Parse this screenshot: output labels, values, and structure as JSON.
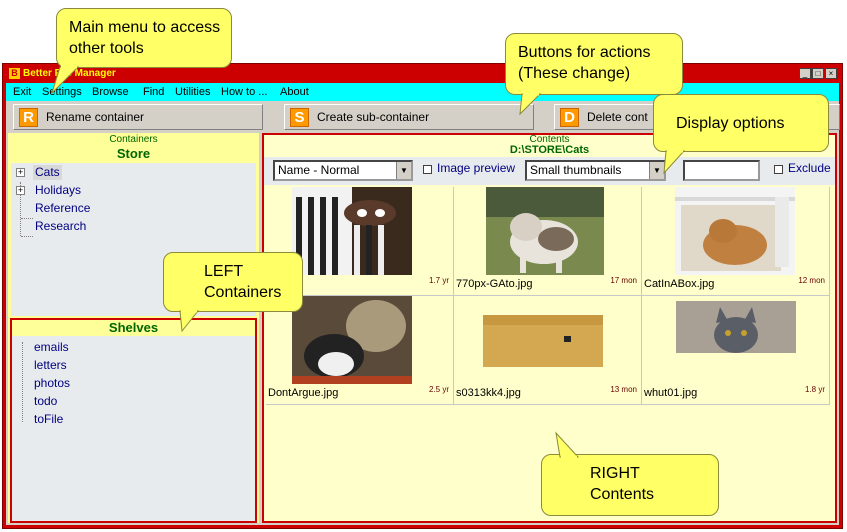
{
  "window": {
    "title": "Better File Manager",
    "app_icon": "B",
    "controls": [
      "_",
      "□",
      "×"
    ]
  },
  "menu": [
    "Exit",
    "Settings",
    "Browse",
    "Find",
    "Utilities",
    "How to ...",
    "About"
  ],
  "toolbar": {
    "rename": {
      "icon": "R",
      "label": "Rename container"
    },
    "create": {
      "icon": "S",
      "label": "Create sub-container"
    },
    "delete": {
      "icon": "D",
      "label": "Delete cont"
    }
  },
  "left": {
    "caption": "Containers",
    "store_title": "Store",
    "store_items": [
      "Cats",
      "Holidays",
      "Reference",
      "Research"
    ],
    "shelves_title": "Shelves",
    "shelf_items": [
      "emails",
      "letters",
      "photos",
      "todo",
      "toFile"
    ]
  },
  "right": {
    "caption": "Contents",
    "path": "D:\\STORE\\Cats",
    "sort_select": "Name - Normal",
    "image_preview_label": "Image preview",
    "view_select": "Small thumbnails",
    "filter_value": "",
    "exclude_label": "Exclude",
    "files": [
      {
        "name": "",
        "age": "1.7 yr"
      },
      {
        "name": "770px-GAto.jpg",
        "age": "17 mon"
      },
      {
        "name": "CatInABox.jpg",
        "age": "12 mon"
      },
      {
        "name": "DontArgue.jpg",
        "age": "2.5 yr"
      },
      {
        "name": "s0313kk4.jpg",
        "age": "13 mon"
      },
      {
        "name": "whut01.jpg",
        "age": "1.8 yr"
      }
    ]
  },
  "callouts": {
    "menu": "Main menu to access other tools",
    "actions": "Buttons for actions (These change)",
    "display": "Display options",
    "left": "LEFT Containers",
    "right": "RIGHT Contents"
  },
  "colors": {
    "frame": "#cc0000",
    "menubar": "#00ffff",
    "pane": "#ffff99",
    "callout": "#ffff66"
  }
}
